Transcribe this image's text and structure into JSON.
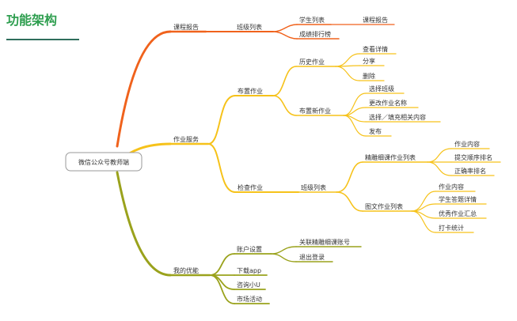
{
  "title": "功能架构",
  "colors": {
    "orange": "#f0621c",
    "yellow": "#f6c21a",
    "olive": "#9aa21c",
    "title": "#2e9e4f"
  },
  "root": "微信公众号教师端",
  "branch1": {
    "label": "课程报告",
    "class_list": "班级列表",
    "student_list": "学生列表",
    "course_report": "课程报告",
    "ranking": "成绩排行榜"
  },
  "branch2": {
    "label": "作业服务",
    "assign": "布置作业",
    "history": "历史作业",
    "history_items": [
      "查看详情",
      "分享",
      "删除"
    ],
    "new": "布置新作业",
    "new_items": [
      "选择班级",
      "更改作业名称",
      "选择／填充相关内容",
      "发布"
    ],
    "check": "检查作业",
    "check_class": "班级列表",
    "fine": "精雕细课作业列表",
    "fine_items": [
      "作业内容",
      "提交顺序排名",
      "正确率排名"
    ],
    "picture": "图文作业列表",
    "picture_items": [
      "作业内容",
      "学生答题详情",
      "优秀作业汇总",
      "打卡统计"
    ]
  },
  "branch3": {
    "label": "我的优能",
    "account": "账户设置",
    "account_items": [
      "关联精雕细课账号",
      "退出登录"
    ],
    "download": "下载app",
    "consult": "咨询小U",
    "activity": "市场活动"
  }
}
